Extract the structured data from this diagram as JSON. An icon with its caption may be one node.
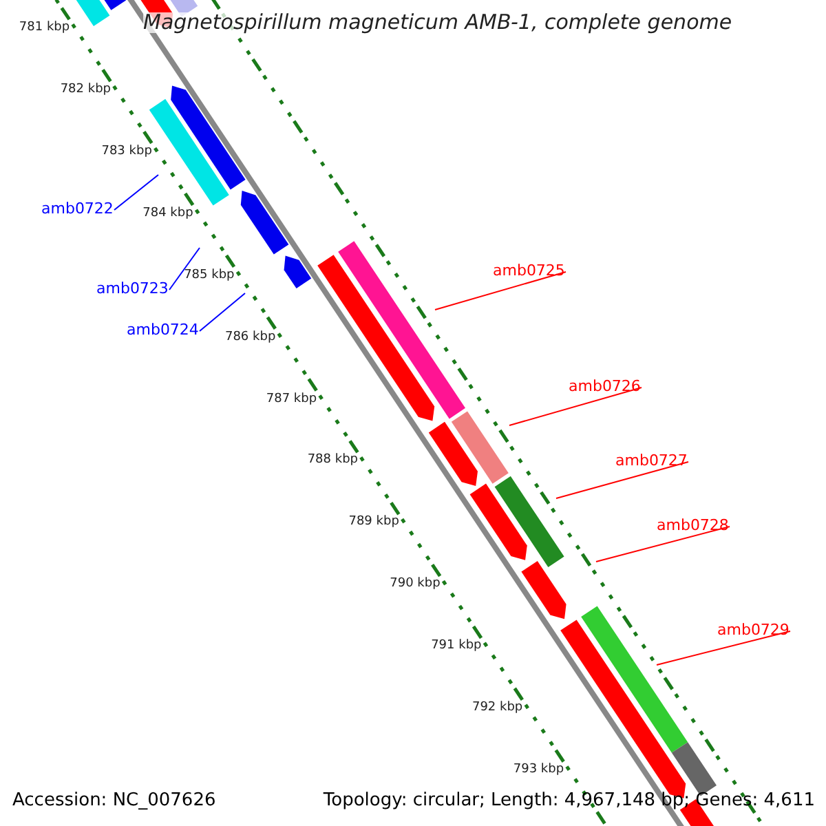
{
  "diagram": {
    "title": "Magnetospirillum magneticum AMB-1, complete genome",
    "nodes": [
      {
        "text": [
          "amb0722"
        ]
      },
      {
        "text": [
          "amb0723"
        ]
      },
      {
        "text": [
          "amb0724"
        ]
      },
      {
        "text": [
          "amb0725"
        ]
      },
      {
        "text": [
          "amb0726"
        ]
      },
      {
        "text": [
          "amb0727"
        ]
      },
      {
        "text": [
          "amb0728"
        ]
      },
      {
        "text": [
          "amb0729"
        ]
      }
    ],
    "edges": [
      {
        "from": 0,
        "to": null,
        "arrow": "none",
        "color": "#0000ff"
      },
      {
        "from": 1,
        "to": null,
        "arrow": "none",
        "color": "#0000ff"
      },
      {
        "from": 2,
        "to": null,
        "arrow": "none",
        "color": "#0000ff"
      },
      {
        "from": 3,
        "to": null,
        "arrow": "none"
      },
      {
        "from": 4,
        "to": null,
        "arrow": "none"
      },
      {
        "from": 5,
        "to": null,
        "arrow": "none"
      },
      {
        "from": 6,
        "to": null,
        "arrow": "none"
      },
      {
        "from": 7,
        "to": null,
        "arrow": "none"
      }
    ],
    "labels": [
      "781 kbp",
      "782 kbp",
      "783 kbp",
      "784 kbp",
      "785 kbp",
      "786 kbp",
      "787 kbp",
      "788 kbp",
      "789 kbp",
      "790 kbp",
      "791 kbp",
      "792 kbp",
      "793 kbp",
      "Accession: NC_007626",
      "Topology: circular; Length: 4,967,148 bp; Genes: 4,611"
    ]
  }
}
